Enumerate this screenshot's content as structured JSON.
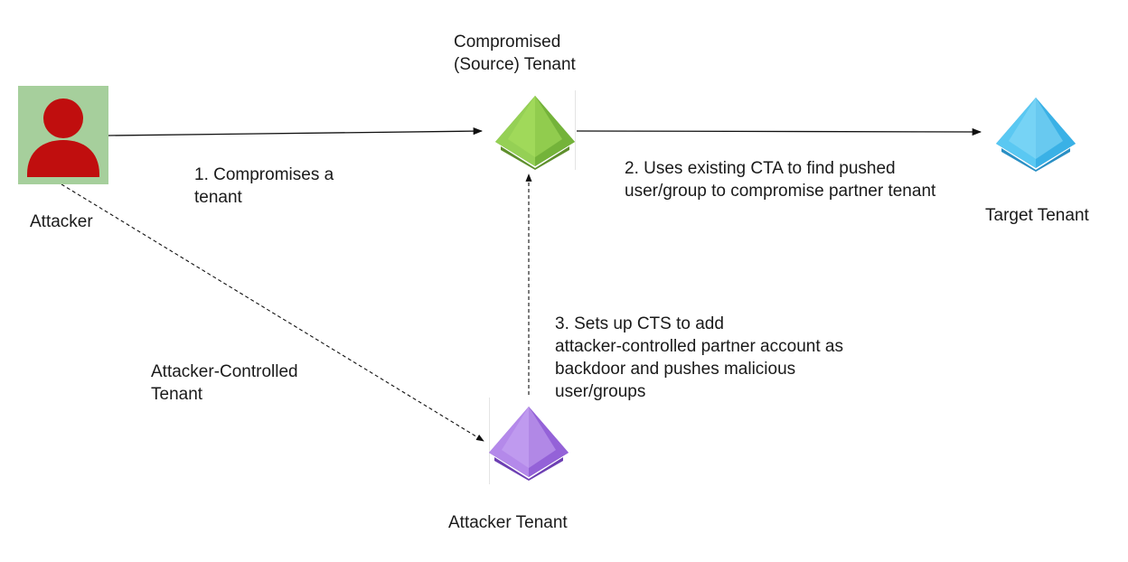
{
  "nodes": {
    "attacker": {
      "label": "Attacker",
      "icon": "person-icon",
      "colors": {
        "background": "#a6cf9c",
        "figure": "#c00e0e"
      }
    },
    "source_tenant": {
      "label_lines": [
        "Compromised",
        "(Source) Tenant"
      ],
      "icon": "tenant-pyramid-icon",
      "color": "#7ac142"
    },
    "target_tenant": {
      "label": "Target Tenant",
      "icon": "tenant-pyramid-icon",
      "color": "#41b8ec"
    },
    "attacker_tenant": {
      "label": "Attacker Tenant",
      "icon": "tenant-pyramid-icon",
      "color": "#9a63d9"
    }
  },
  "edges": {
    "step1": {
      "from": "attacker",
      "to": "source_tenant",
      "style": "solid",
      "label_lines": [
        "1. Compromises a",
        "tenant"
      ]
    },
    "step2": {
      "from": "source_tenant",
      "to": "target_tenant",
      "style": "solid",
      "label_lines": [
        "2. Uses existing CTA to find pushed",
        "user/group to compromise partner tenant"
      ]
    },
    "attacker_controlled": {
      "from": "attacker",
      "to": "attacker_tenant",
      "style": "dashed",
      "label_lines": [
        "Attacker-Controlled",
        "Tenant"
      ]
    },
    "step3": {
      "from": "attacker_tenant",
      "to": "source_tenant",
      "style": "dashed",
      "label_lines": [
        "3. Sets up CTS to add",
        "attacker-controlled partner account as",
        "backdoor and pushes malicious",
        "user/groups"
      ]
    }
  }
}
